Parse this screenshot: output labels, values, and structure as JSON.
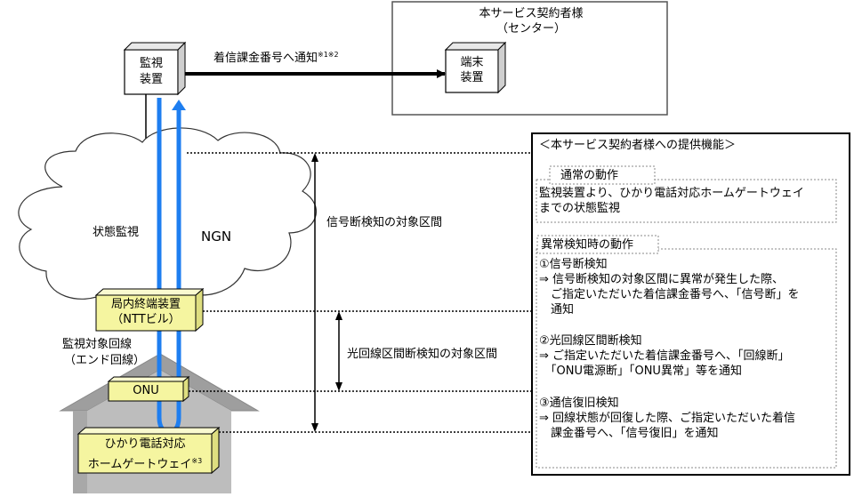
{
  "center": {
    "title": "本サービス契約者様",
    "subtitle": "（センター）",
    "terminal_line1": "端末",
    "terminal_line2": "装置"
  },
  "monitor": {
    "line1": "監視",
    "line2": "装置"
  },
  "arrow_label": {
    "text": "着信課金番号へ通知",
    "note": "※1※2"
  },
  "network": {
    "state_monitoring": "状態監視",
    "ngn": "NGN"
  },
  "local_terminal": {
    "line1": "局内終端装置",
    "line2": "（NTTビル）"
  },
  "line_label": {
    "line1": "監視対象回線",
    "line2": "（エンド回線）"
  },
  "onu": "ONU",
  "home_gateway": {
    "line1": "ひかり電話対応",
    "line2": "ホームゲートウェイ",
    "note": "※3"
  },
  "intervals": {
    "signal": "信号断検知の対象区間",
    "fiber": "光回線区間断検知の対象区間"
  },
  "panel": {
    "title": "＜本サービス契約者様への提供機能＞",
    "normal": {
      "header": "通常の動作",
      "lines": [
        "監視装置より、ひかり電話対応ホームゲートウェイ",
        "までの状態監視"
      ]
    },
    "abnormal": {
      "header": "異常検知時の動作",
      "items": [
        {
          "title": "①信号断検知",
          "lines": [
            "⇒ 信号断検知の対象区間に異常が発生した際、",
            "　ご指定いただいた着信課金番号へ、「信号断」を",
            "　通知"
          ]
        },
        {
          "title": "②光回線区間断検知",
          "lines": [
            "⇒ ご指定いただいた着信課金番号へ、「回線断」",
            "　「ONU電源断」「ONU異常」等を通知"
          ]
        },
        {
          "title": "③通信復旧検知",
          "lines": [
            "⇒ 回線状態が回復した際、ご指定いただいた着信",
            "　課金番号へ、「信号復旧」を通知"
          ]
        }
      ]
    }
  },
  "colors": {
    "blue": "#1e7ef0",
    "yellow": "#f5f5a0",
    "house": "#bdbdbd",
    "roof": "#9e9e9e"
  }
}
